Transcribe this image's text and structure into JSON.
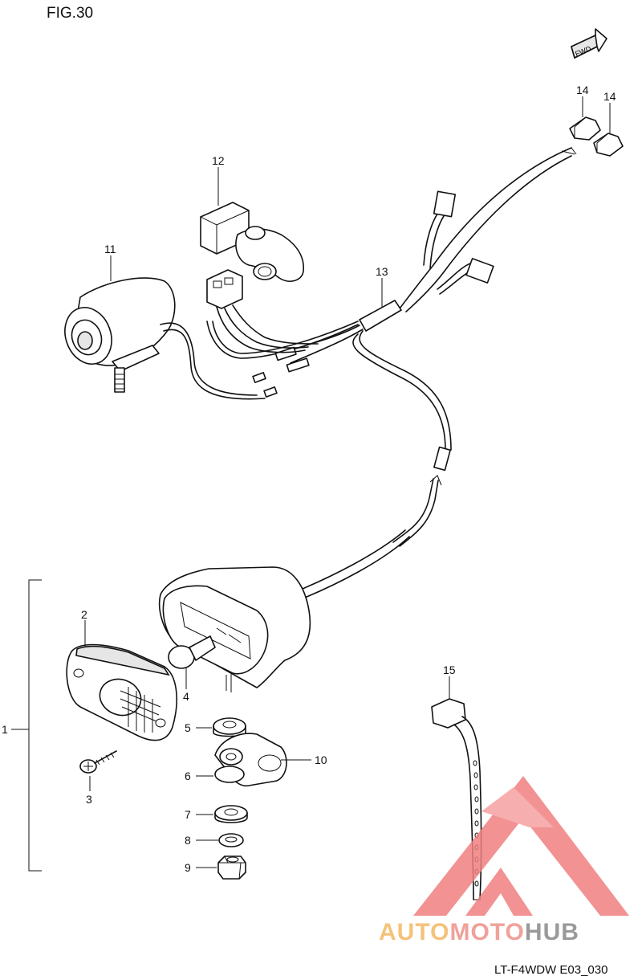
{
  "figure": {
    "title": "FIG.30",
    "code": "LT-F4WDW E03_030",
    "direction_label": "FWD"
  },
  "callouts": [
    "1",
    "2",
    "3",
    "4",
    "5",
    "6",
    "7",
    "8",
    "9",
    "10",
    "11",
    "12",
    "13",
    "14",
    "14",
    "15"
  ],
  "watermark": {
    "text_a": "AUTO",
    "text_b": "MOTO",
    "text_c": "HUB",
    "colors": {
      "a": "#f5c27a",
      "b": "#f0a19a",
      "c": "#9a9a9a",
      "logo": "#f08080"
    }
  }
}
